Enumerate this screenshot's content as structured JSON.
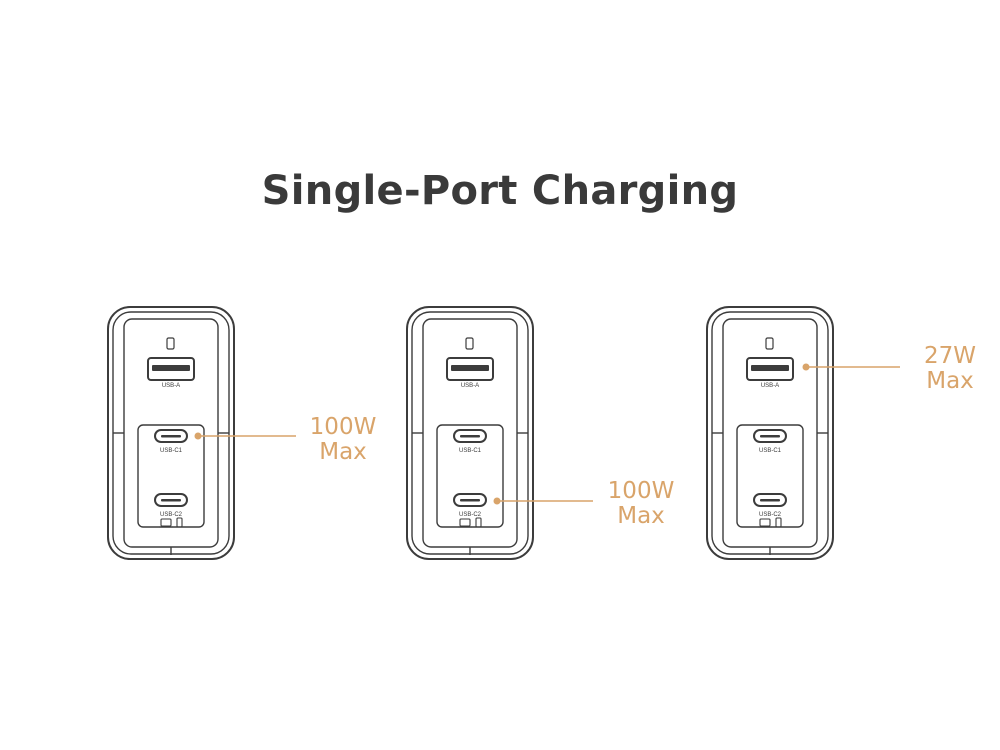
{
  "title": "Single-Port Charging",
  "colors": {
    "accent": "#d9a46a",
    "outline": "#3c3c3c",
    "title": "#3a3a3a"
  },
  "port_labels": {
    "usb_a": "USB-A",
    "usb_c1": "USB-C1",
    "usb_c2": "USB-C2"
  },
  "panels": [
    {
      "active_port": "USB-C1",
      "power": "100W",
      "max": "Max"
    },
    {
      "active_port": "USB-C2",
      "power": "100W",
      "max": "Max"
    },
    {
      "active_port": "USB-A",
      "power": "27W",
      "max": "Max"
    }
  ]
}
